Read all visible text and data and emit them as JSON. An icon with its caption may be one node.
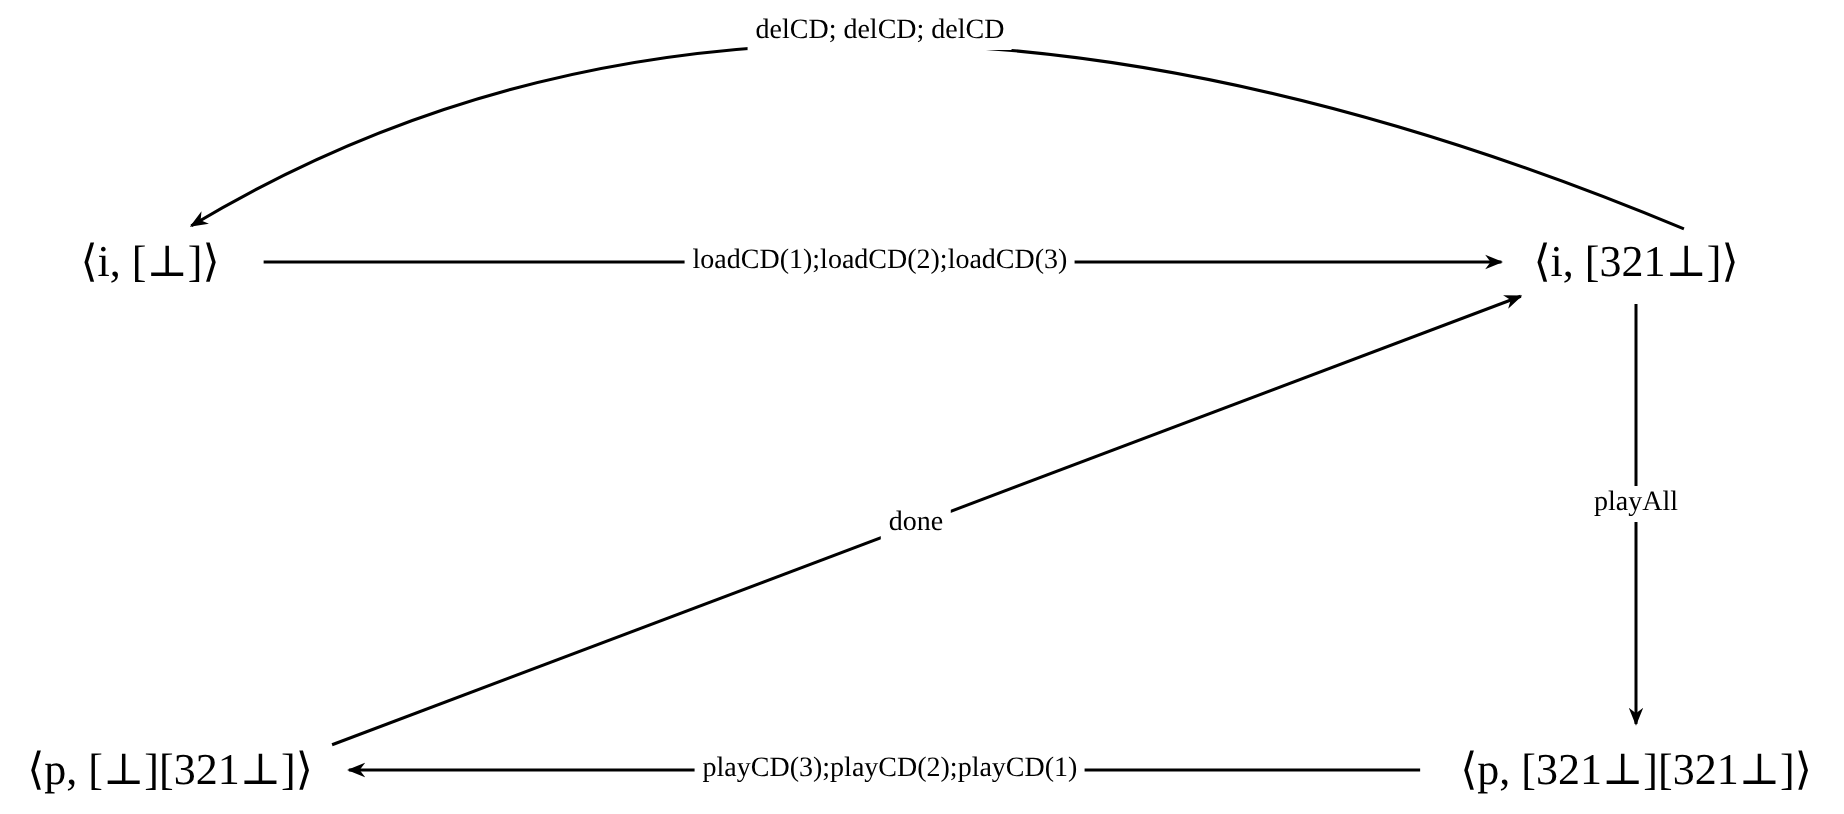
{
  "diagram": {
    "nodes": [
      {
        "text": [
          "⟨i, [⊥]⟩"
        ]
      },
      {
        "text": [
          "⟨i, [321⊥]⟩"
        ]
      },
      {
        "text": [
          "⟨p, [⊥][321⊥]⟩"
        ]
      },
      {
        "text": [
          "⟨p, [321⊥][321⊥]⟩"
        ]
      }
    ],
    "edges": [
      {
        "from": 0,
        "to": 1,
        "arrow": "to",
        "label": "loadCD(1);loadCD(2);loadCD(3)"
      },
      {
        "from": 1,
        "to": 0,
        "arrow": "to",
        "label": "delCD; delCD; delCD"
      },
      {
        "from": 1,
        "to": 3,
        "arrow": "to",
        "label": "playAll"
      },
      {
        "from": 3,
        "to": 2,
        "arrow": "to",
        "label": "playCD(3);playCD(2);playCD(1)"
      },
      {
        "from": 2,
        "to": 1,
        "arrow": "to",
        "label": "done"
      }
    ]
  }
}
